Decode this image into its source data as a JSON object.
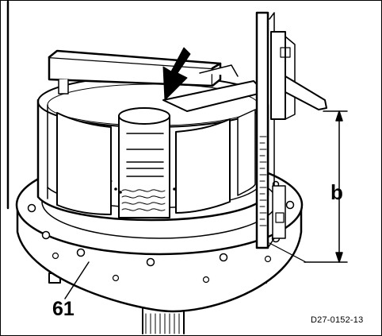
{
  "labels": {
    "dimension": "b",
    "part_number": "61",
    "drawing_code": "D27-0152-13"
  },
  "colors": {
    "line": "#000000",
    "background": "#ffffff"
  },
  "icons": {
    "pointer": "down-arrow-icon"
  }
}
